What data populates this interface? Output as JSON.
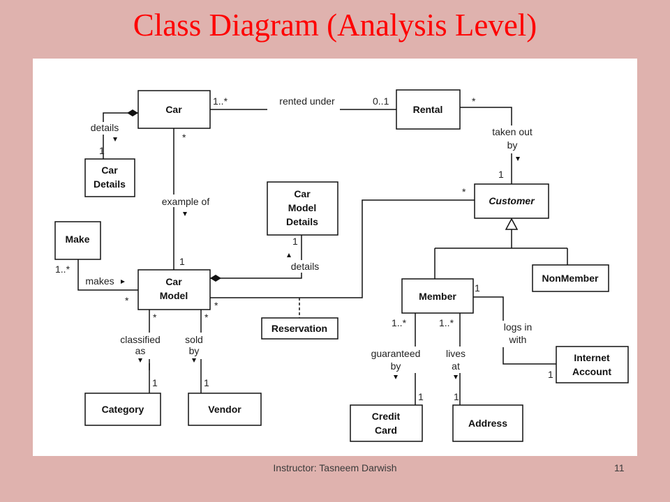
{
  "title": "Class Diagram (Analysis Level)",
  "footer": {
    "instructor": "Instructor: Tasneem Darwish",
    "page": "11"
  },
  "classes": {
    "car": "Car",
    "rental": "Rental",
    "car_details": [
      "Car",
      "Details"
    ],
    "car_model_details": [
      "Car",
      "Model",
      "Details"
    ],
    "customer": "Customer",
    "make": "Make",
    "car_model": [
      "Car",
      "Model"
    ],
    "nonmember": "NonMember",
    "member": "Member",
    "reservation": "Reservation",
    "internet_account": [
      "Internet",
      "Account"
    ],
    "category": "Category",
    "vendor": "Vendor",
    "credit_card": [
      "Credit",
      "Card"
    ],
    "address": "Address"
  },
  "associations": {
    "rented_under": "rented under",
    "details_car": "details",
    "taken_out_by": [
      "taken out",
      "by"
    ],
    "example_of": "example of",
    "details_model": "details",
    "makes": "makes",
    "classified_as": [
      "classified",
      "as"
    ],
    "sold_by": [
      "sold",
      "by"
    ],
    "logs_in_with": [
      "logs in",
      "with"
    ],
    "guaranteed_by": [
      "guaranteed",
      "by"
    ],
    "lives_at": [
      "lives",
      "at"
    ]
  },
  "multiplicities": {
    "car_rental_car": "1..*",
    "car_rental_rental": "0..1",
    "rental_customer_rental": "*",
    "rental_customer_customer": "1",
    "car_cardetails": "1",
    "car_model_car": "*",
    "car_model_model": "1",
    "customer_reservation": "*",
    "modeldetails": "1",
    "make_make": "1..*",
    "make_model": "*",
    "model_reservation": "*",
    "model_category_model": "*",
    "model_category_category": "1",
    "model_vendor_model": "*",
    "model_vendor_vendor": "1",
    "member_internet_member": "1",
    "member_internet_account": "1",
    "member_credit_member": "1..*",
    "member_credit_card": "1",
    "member_address_member": "1..*",
    "member_address_address": "1"
  }
}
